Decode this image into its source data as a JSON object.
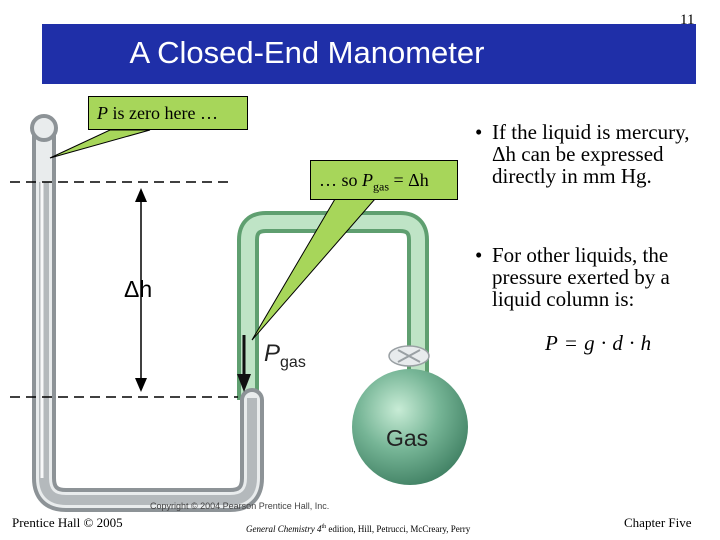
{
  "slide_number": "11",
  "title": "A Closed-End Manometer",
  "callouts": {
    "zero_label": "is zero here …",
    "zero_var": "P",
    "gas_prefix": "… so ",
    "gas_var": "P",
    "gas_sub": "gas",
    "gas_suffix": " = Δh"
  },
  "bullets": [
    {
      "text": "If the liquid is mercury, Δh can be expressed directly in mm Hg."
    },
    {
      "text": "For other liquids, the pressure exerted by a liquid column is:"
    }
  ],
  "formula": "P = g · d · h",
  "diagram": {
    "delta_h": "Δh",
    "p_letter": "P",
    "p_sub": "gas",
    "gas_label": "Gas",
    "copyright": "Copyright © 2004 Pearson Prentice Hall, Inc."
  },
  "footer": {
    "left": "Prentice Hall © 2005",
    "middle_italic": "General Chemistry 4",
    "middle_sup": "th",
    "middle_rest": " edition, Hill, Petrucci, McCreary, Perry",
    "right": "Chapter Five"
  },
  "colors": {
    "title_bar": "#1f2fa8",
    "callout": "#a7d65a",
    "gas_tube": "#9fd3a8",
    "gas_bulb": "#5a9e80"
  }
}
